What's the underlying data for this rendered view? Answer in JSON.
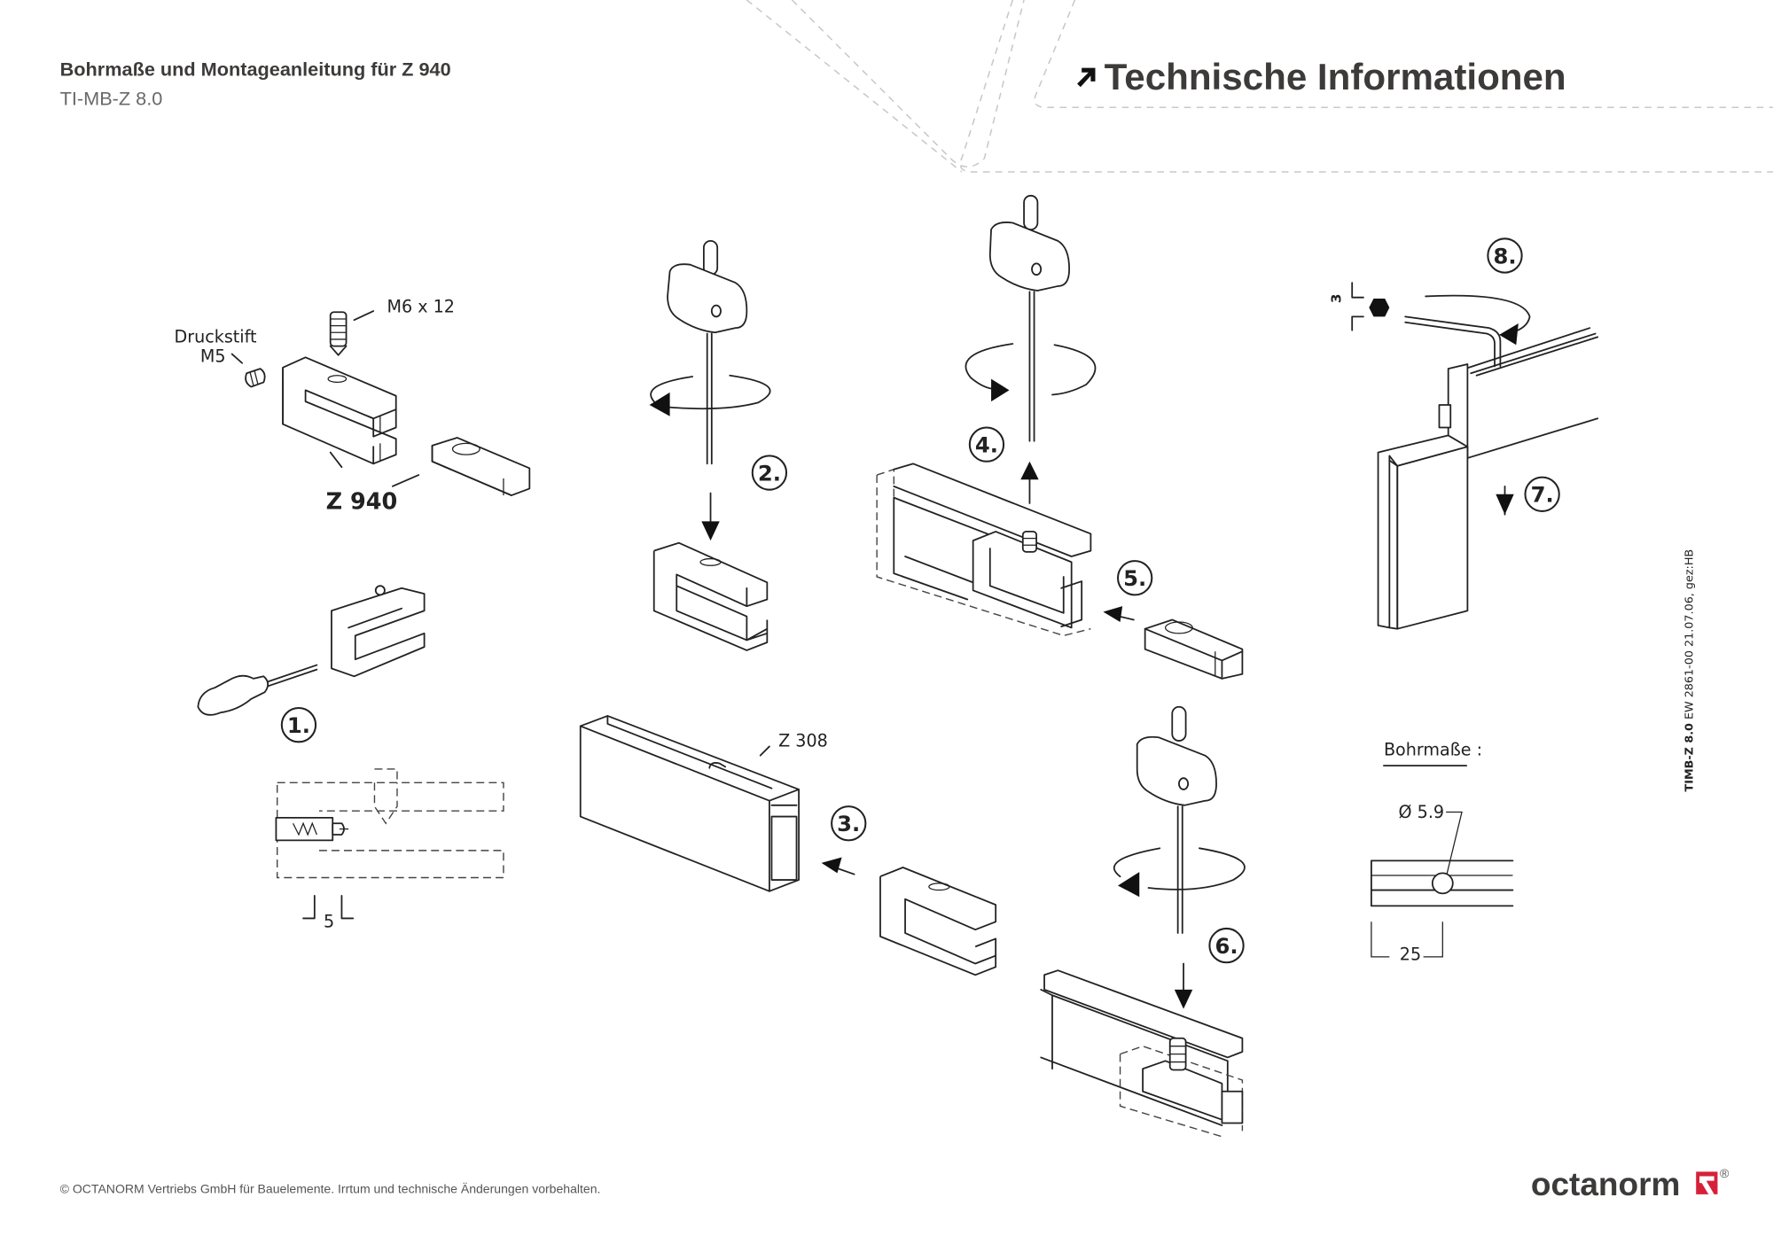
{
  "document": {
    "title": "Bohrmaße und Montageanleitung für Z 940",
    "code": "TI-MB-Z 8.0",
    "section_header": "Technische Informationen",
    "section_icon": "arrow-up-right-icon"
  },
  "labels": {
    "druckstift_line1": "Druckstift",
    "druckstift_line2": "M5",
    "screw": "M6 x 12",
    "part": "Z 940",
    "profile": "Z 308",
    "dim_5": "5",
    "hex_size": "3",
    "bohrmasse_title": "Bohrmaße :",
    "diameter": "Ø 5.9",
    "dim_25": "25"
  },
  "steps": [
    {
      "number": "1."
    },
    {
      "number": "2."
    },
    {
      "number": "3."
    },
    {
      "number": "4."
    },
    {
      "number": "5."
    },
    {
      "number": "6."
    },
    {
      "number": "7."
    },
    {
      "number": "8."
    }
  ],
  "side_note": {
    "code_bold": "TIMB-Z 8.0",
    "details": " EW 2861-00 21.07.06, gez:HB"
  },
  "footer": {
    "copyright": "© OCTANORM Vertriebs GmbH für Bauelemente. Irrtum und technische Änderungen vorbehalten.",
    "logo_text": "octanorm",
    "logo_mark": "®",
    "brand_color": "#d6203a"
  }
}
